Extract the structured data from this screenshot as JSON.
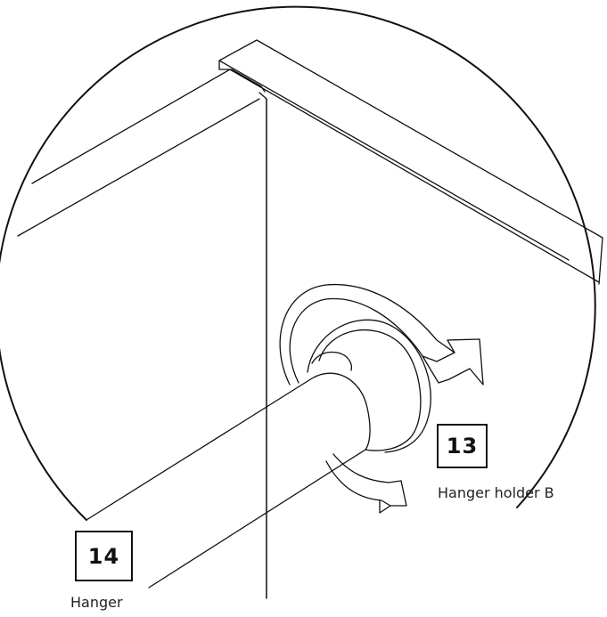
{
  "parts": [
    {
      "number": "13",
      "name": "Hanger holder B"
    },
    {
      "number": "14",
      "name": "Hanger"
    }
  ],
  "colors": {
    "line": "#111111",
    "background": "#ffffff"
  },
  "icons": [
    "rotate-arrow-icon",
    "rotate-arrow-icon"
  ]
}
